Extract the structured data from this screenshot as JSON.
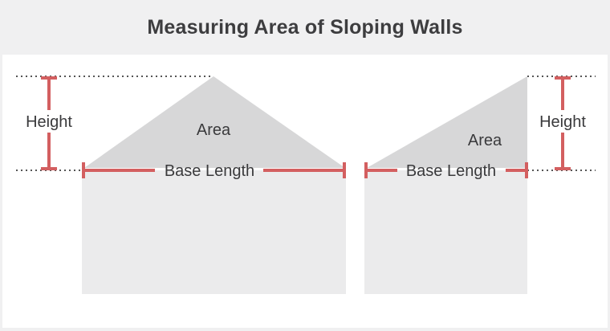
{
  "title": "Measuring Area of Sloping Walls",
  "colors": {
    "background": "#f0f0f1",
    "panel": "#ffffff",
    "wall": "#ebebec",
    "slope_fill": "#d7d7d8",
    "measure": "#d35f60",
    "dotted": "#555555",
    "text": "#3a3a3c"
  },
  "left_wall": {
    "area_label": "Area",
    "height_label": "Height",
    "base_label": "Base Length"
  },
  "right_wall": {
    "area_label": "Area",
    "height_label": "Height",
    "base_label": "Base Length"
  }
}
